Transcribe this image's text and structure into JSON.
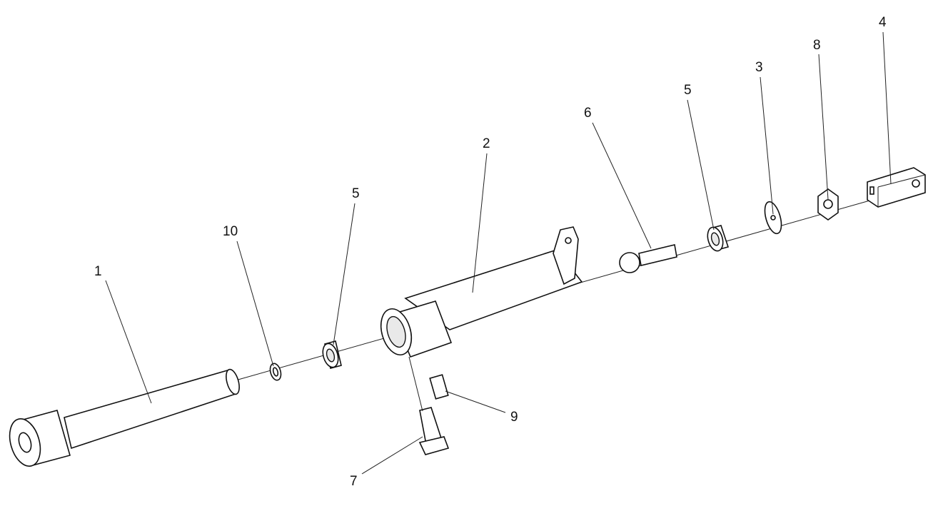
{
  "diagram": {
    "type": "exploded-assembly",
    "callouts": [
      {
        "id": "1",
        "text": "1"
      },
      {
        "id": "10",
        "text": "10"
      },
      {
        "id": "5a",
        "text": "5"
      },
      {
        "id": "2",
        "text": "2"
      },
      {
        "id": "6",
        "text": "6"
      },
      {
        "id": "5b",
        "text": "5"
      },
      {
        "id": "3",
        "text": "3"
      },
      {
        "id": "8",
        "text": "8"
      },
      {
        "id": "4",
        "text": "4"
      },
      {
        "id": "9",
        "text": "9"
      },
      {
        "id": "7",
        "text": "7"
      }
    ]
  }
}
